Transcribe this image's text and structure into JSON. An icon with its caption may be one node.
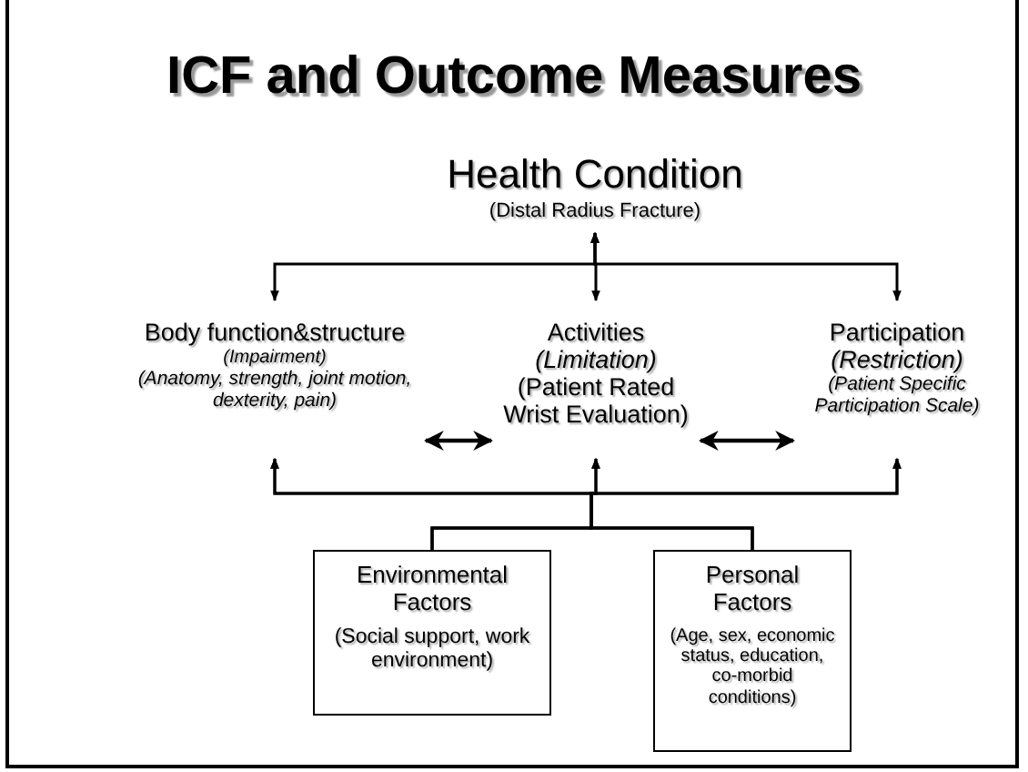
{
  "diagram": {
    "title": "ICF and Outcome Measures",
    "nodes": [
      {
        "text": [
          "Health Condition",
          "(Distal Radius Fracture)"
        ]
      },
      {
        "text": [
          "Body function&structure",
          "(Impairment)",
          "(Anatomy, strength, joint motion, dexterity, pain)"
        ]
      },
      {
        "text": [
          "Activities",
          "(Limitation)",
          "(Patient Rated Wrist Evaluation)"
        ]
      },
      {
        "text": [
          "Participation",
          "(Restriction)",
          "(Patient Specific Participation Scale)"
        ]
      },
      {
        "text": [
          "Environmental Factors",
          "(Social support, work environment)"
        ]
      },
      {
        "text": [
          "Personal Factors",
          "(Age, sex, economic status, education, co-morbid conditions)"
        ]
      }
    ],
    "edges": [
      {
        "from": 0,
        "to": 1,
        "arrow": "both"
      },
      {
        "from": 0,
        "to": 2,
        "arrow": "both"
      },
      {
        "from": 0,
        "to": 3,
        "arrow": "both"
      },
      {
        "from": 1,
        "to": 2,
        "arrow": "both"
      },
      {
        "from": 2,
        "to": 3,
        "arrow": "both"
      },
      {
        "from": 4,
        "to": 1,
        "arrow": "to"
      },
      {
        "from": 4,
        "to": 2,
        "arrow": "to"
      },
      {
        "from": 4,
        "to": 3,
        "arrow": "to"
      },
      {
        "from": 5,
        "to": 1,
        "arrow": "to"
      },
      {
        "from": 5,
        "to": 2,
        "arrow": "to"
      },
      {
        "from": 5,
        "to": 3,
        "arrow": "to"
      }
    ]
  }
}
